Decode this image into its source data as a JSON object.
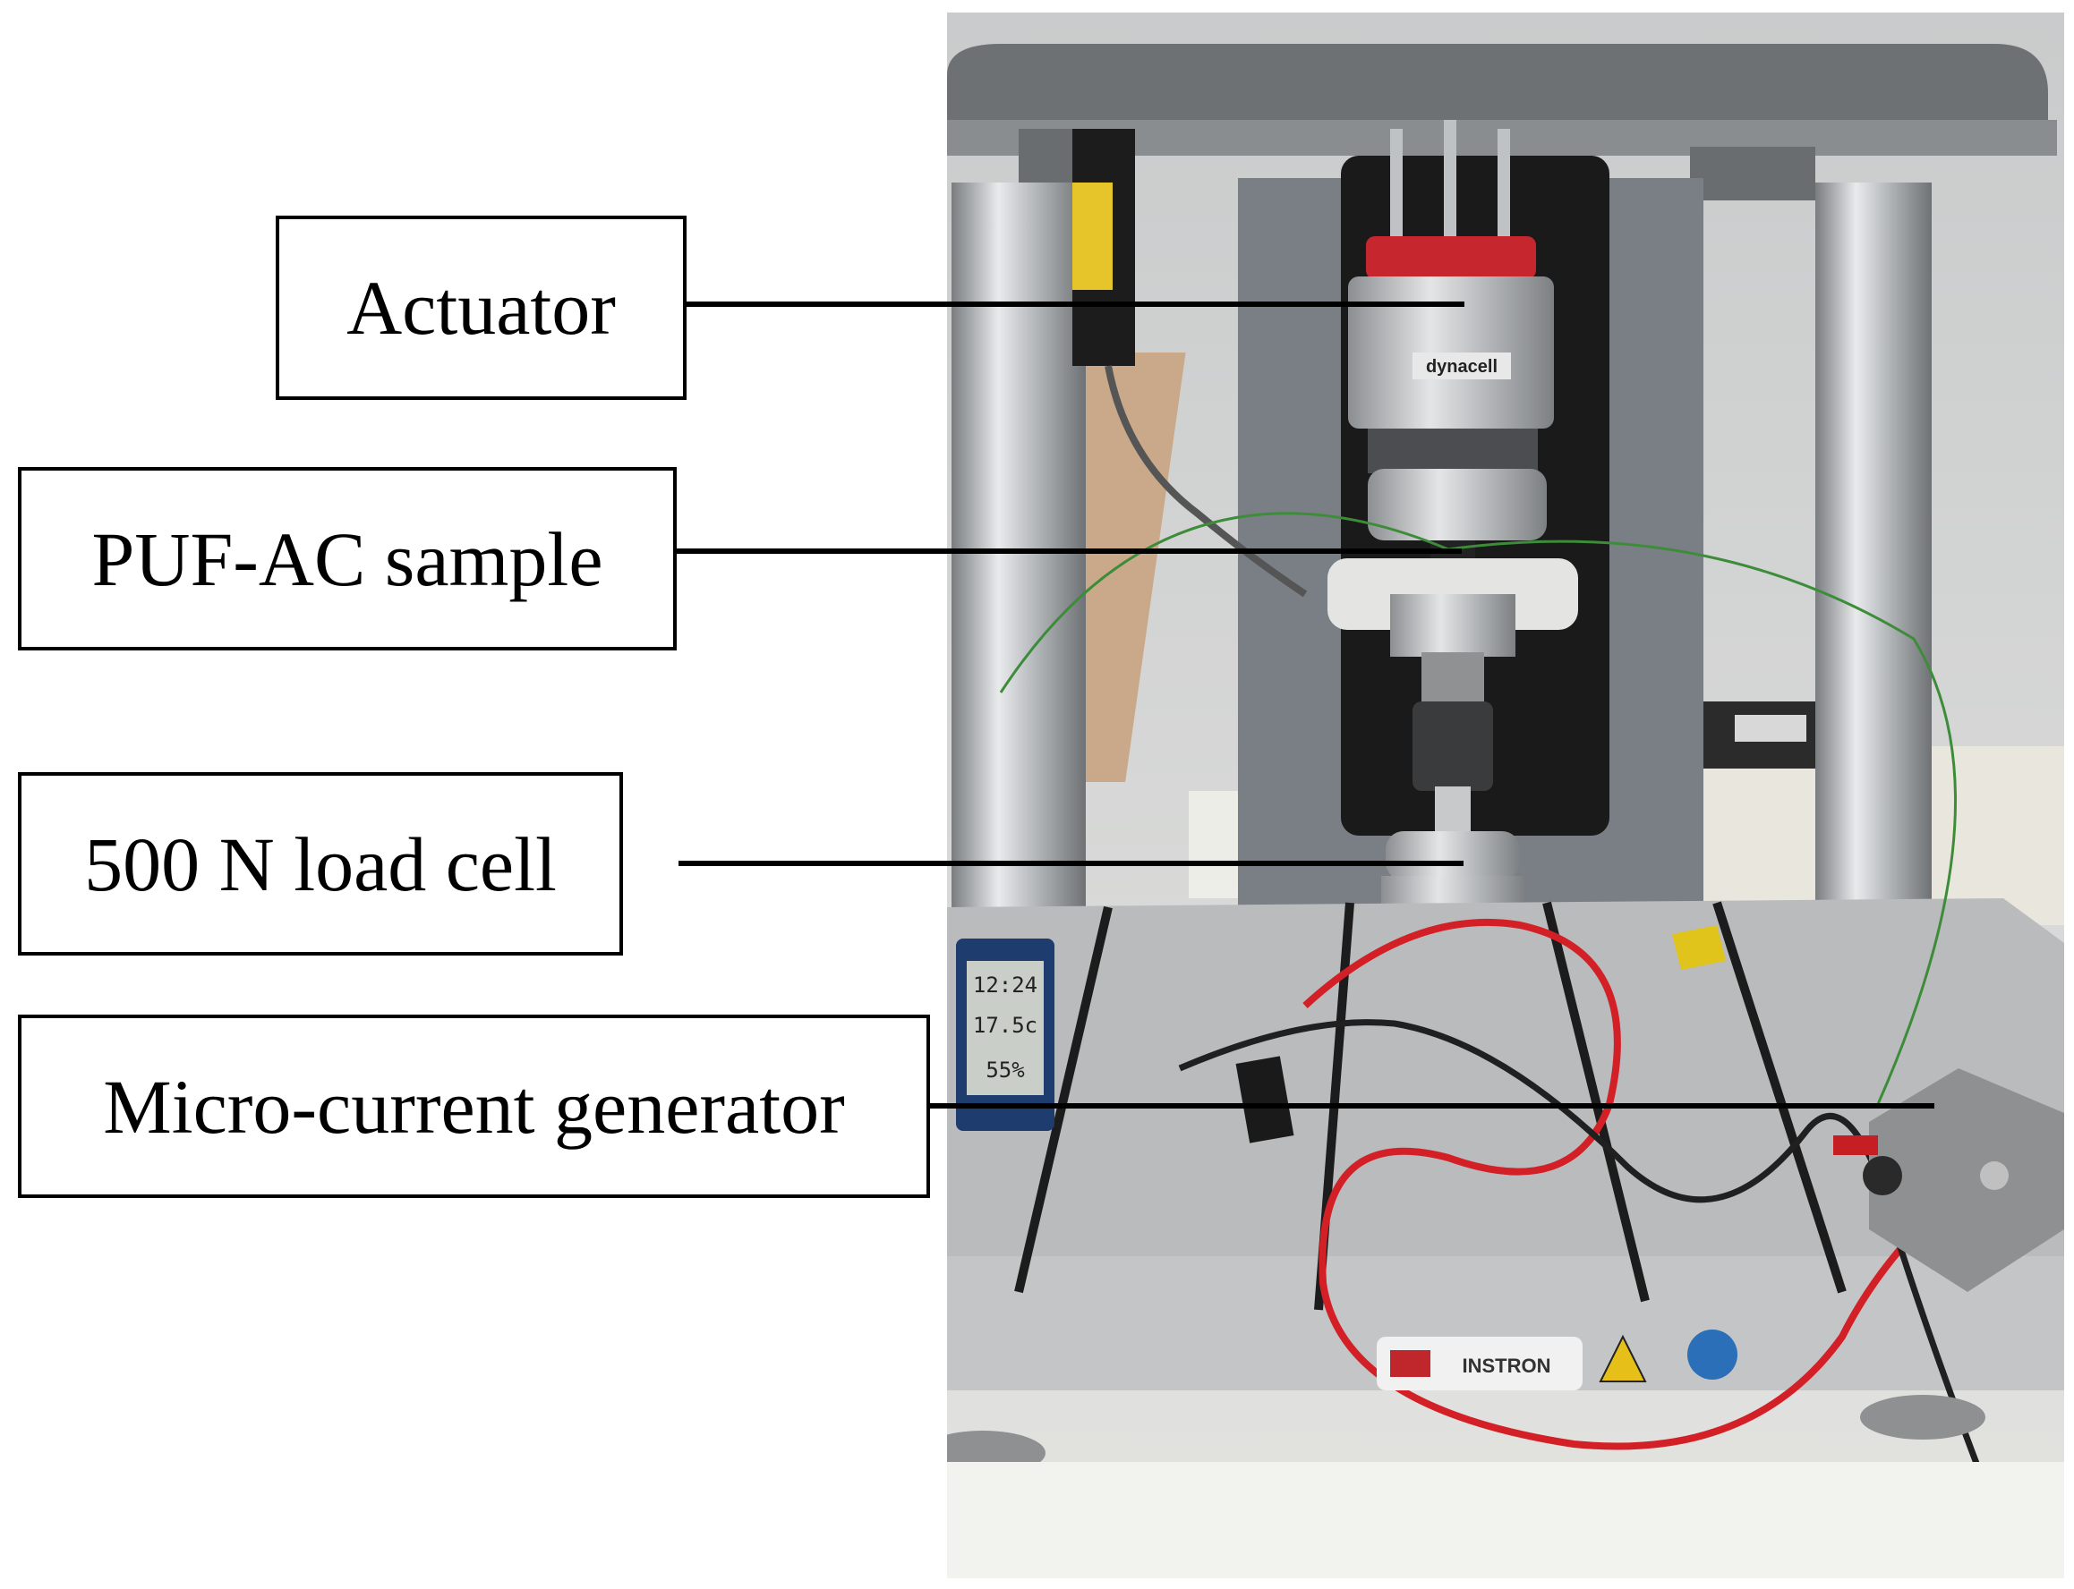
{
  "labels": {
    "actuator": "Actuator",
    "sample": "PUF-AC sample",
    "load_cell": "500 N load cell",
    "generator": "Micro-current generator"
  },
  "photo": {
    "brand_top": "dynacell",
    "brand_base": "INSTRON",
    "meter_line1": "12:24",
    "meter_line2": "17.5c",
    "meter_line3": "55%"
  }
}
